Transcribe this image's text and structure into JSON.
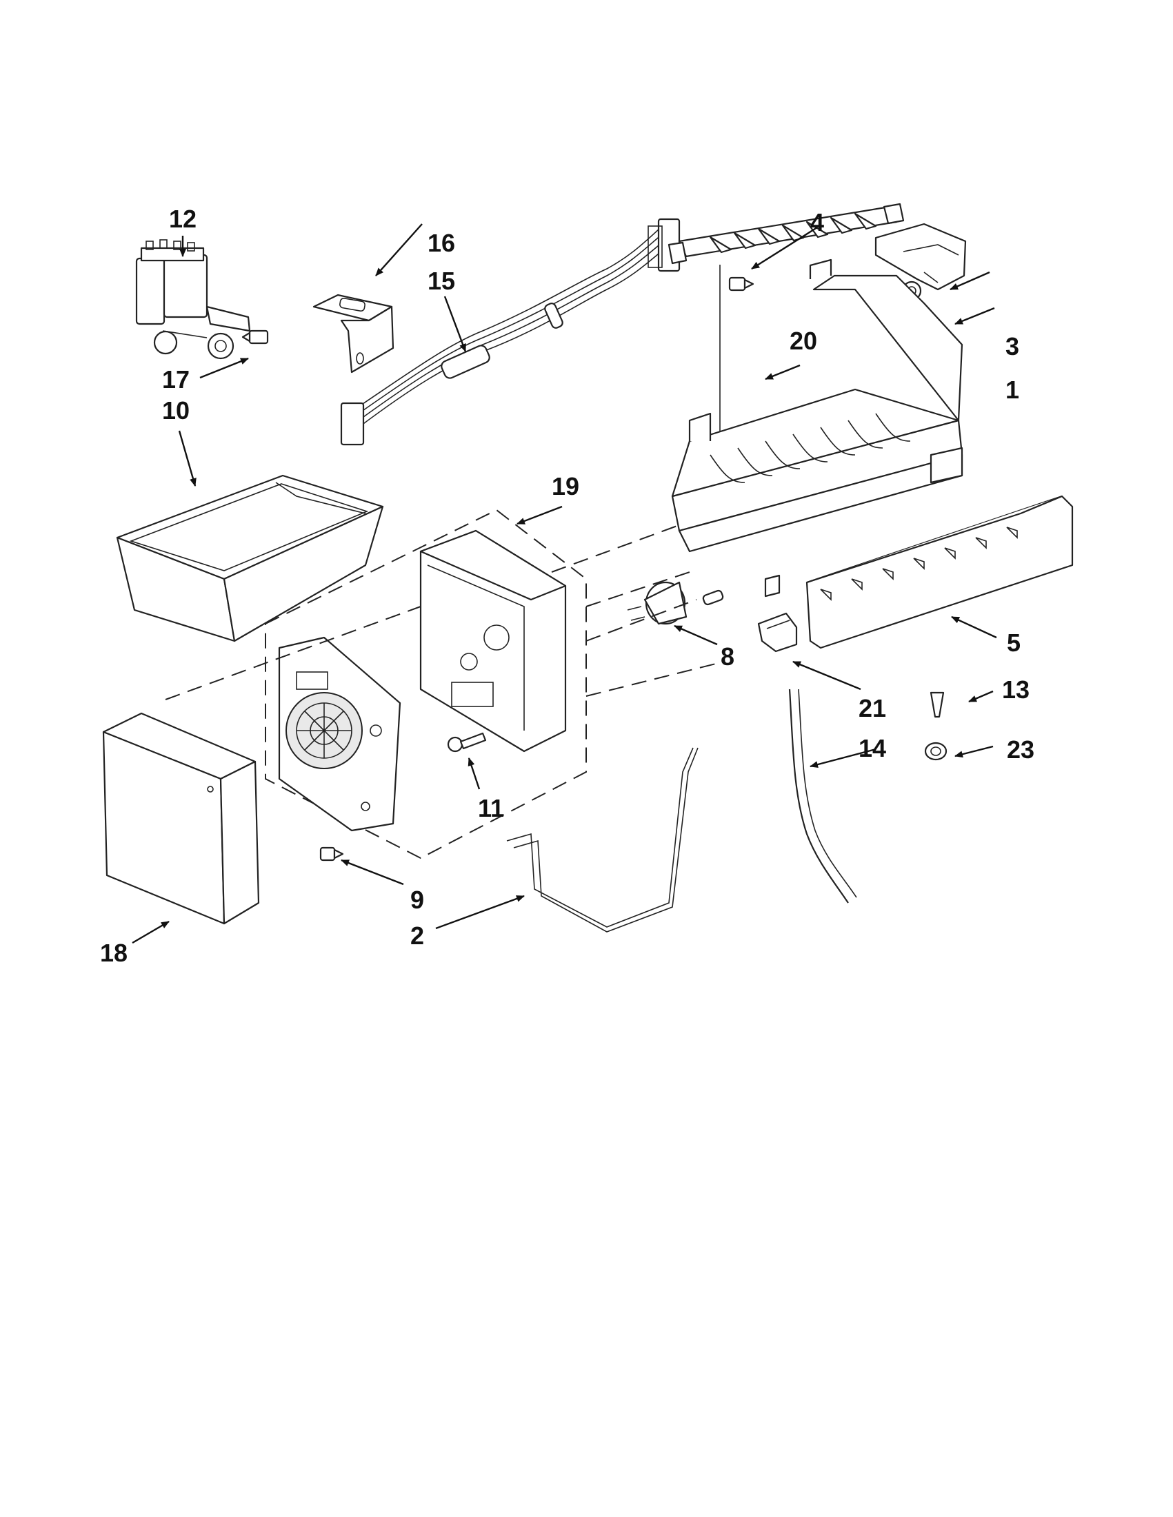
{
  "diagram": {
    "callouts": [
      {
        "id": "c1",
        "label": "1"
      },
      {
        "id": "c2",
        "label": "2"
      },
      {
        "id": "c3",
        "label": "3"
      },
      {
        "id": "c4",
        "label": "4"
      },
      {
        "id": "c5",
        "label": "5"
      },
      {
        "id": "c8",
        "label": "8"
      },
      {
        "id": "c9",
        "label": "9"
      },
      {
        "id": "c10",
        "label": "10"
      },
      {
        "id": "c11",
        "label": "11"
      },
      {
        "id": "c12",
        "label": "12"
      },
      {
        "id": "c13",
        "label": "13"
      },
      {
        "id": "c14",
        "label": "14"
      },
      {
        "id": "c15",
        "label": "15"
      },
      {
        "id": "c16",
        "label": "16"
      },
      {
        "id": "c17",
        "label": "17"
      },
      {
        "id": "c18",
        "label": "18"
      },
      {
        "id": "c19",
        "label": "19"
      },
      {
        "id": "c20",
        "label": "20"
      },
      {
        "id": "c21",
        "label": "21"
      },
      {
        "id": "c23",
        "label": "23"
      }
    ]
  }
}
